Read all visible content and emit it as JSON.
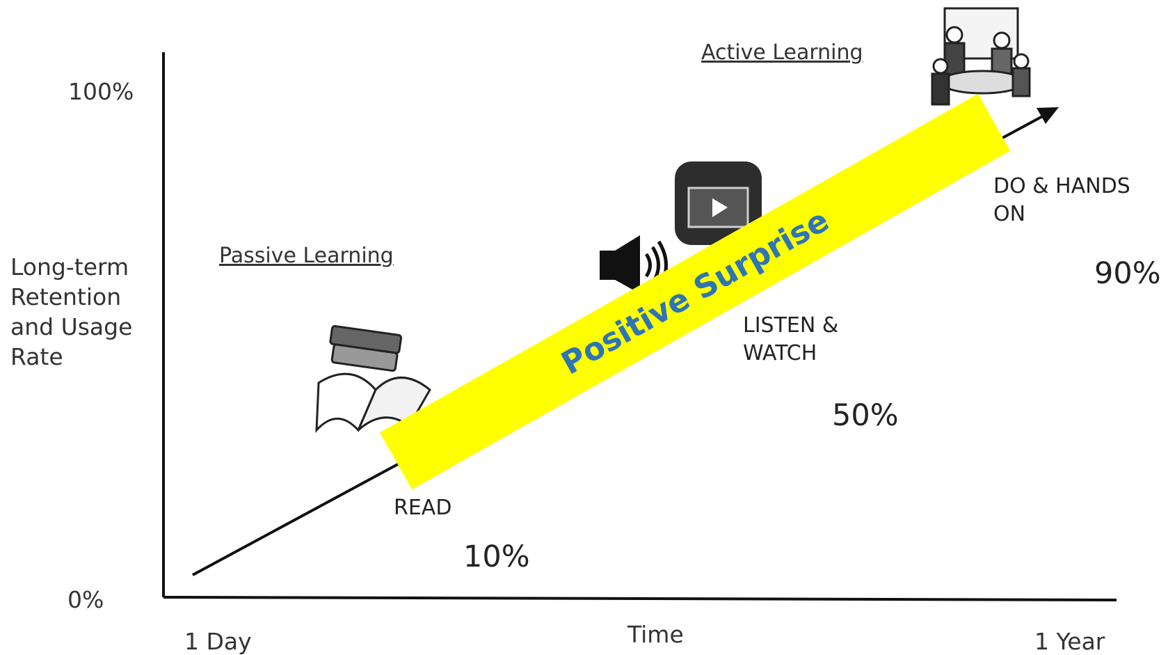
{
  "axes": {
    "y_label": "Long-term Retention and Usage Rate",
    "y_top": "100%",
    "y_bottom": "0%",
    "x_label": "Time",
    "x_start": "1 Day",
    "x_end": "1 Year"
  },
  "sections": {
    "passive": "Passive Learning",
    "active": "Active Learning"
  },
  "stages": [
    {
      "label": "READ",
      "percent": "10%",
      "icon": "book-icon"
    },
    {
      "label": "LISTEN & WATCH",
      "percent": "50%",
      "icon": "speaker-tv-icon"
    },
    {
      "label": "DO & HANDS ON",
      "percent": "90%",
      "icon": "people-group-icon"
    }
  ],
  "banner": {
    "text": "Positive Surprise",
    "background": "#ffff00",
    "text_color": "#2e75b6"
  }
}
